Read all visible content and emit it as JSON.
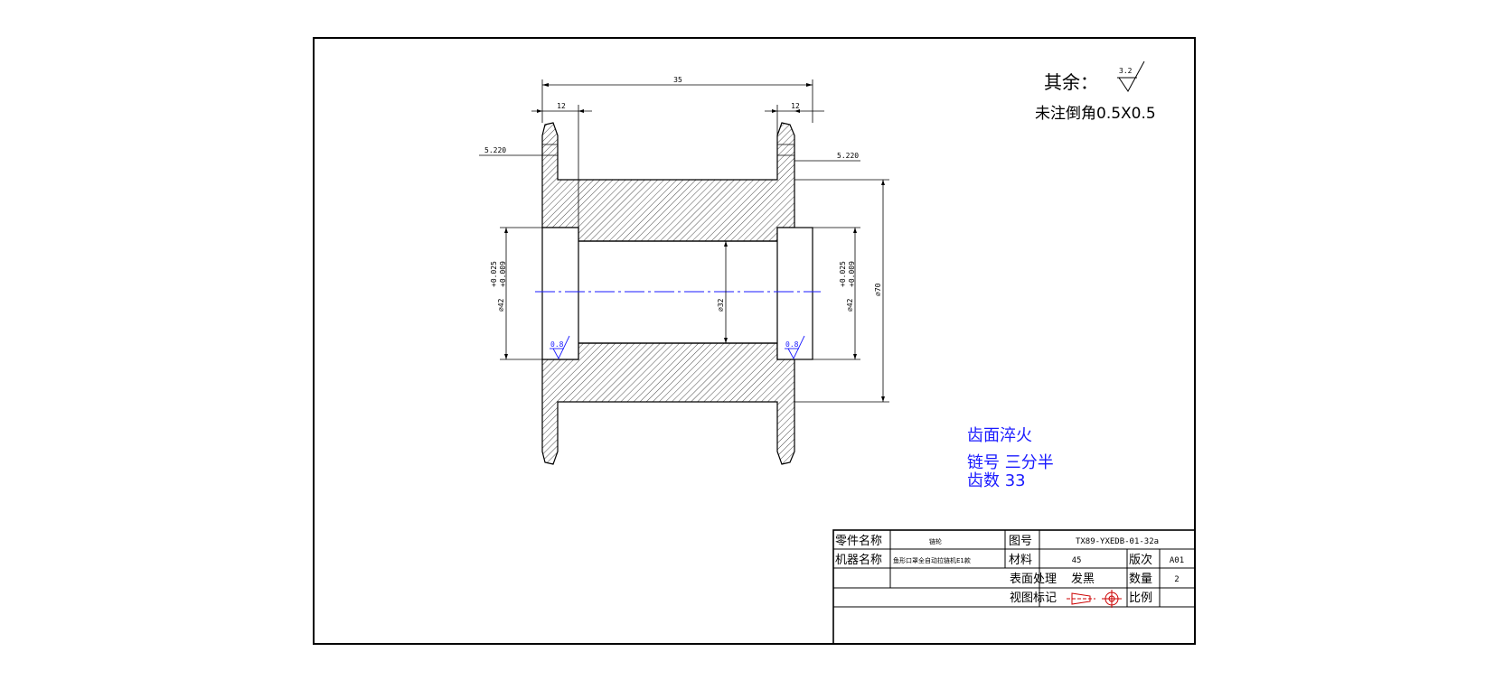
{
  "dimensions": {
    "overall_length": "35",
    "flange_width_left": "12",
    "flange_width_right": "12",
    "groove_left": "5.220",
    "groove_right": "5.220",
    "bore_left": "⌀42",
    "bore_right": "⌀42",
    "tol_upper": "+0.025",
    "tol_lower": "+0.009",
    "inner_diameter": "⌀32",
    "outer_diameter": "⌀70",
    "roughness_bore_left": "0.8",
    "roughness_bore_right": "0.8"
  },
  "notes": {
    "surface_other_label": "其余：",
    "surface_other_value": "3.2",
    "chamfer": "未注倒角0.5X0.5",
    "tech_1": "齿面淬火",
    "tech_2": "链号 三分半",
    "tech_3": "齿数 33"
  },
  "title_block": {
    "part_name_label": "零件名称",
    "part_name": "链轮",
    "drawing_no_label": "图号",
    "drawing_no": "TX89-YXEDB-01-32a",
    "machine_label": "机器名称",
    "machine_name": "鱼形口罩全自动拉链机E1款",
    "material_label": "材料",
    "material": "45",
    "version_label": "版次",
    "version": "A01",
    "surface_label": "表面处理",
    "surface": "发黑",
    "qty_label": "数量",
    "qty": "2",
    "view_label": "视图标记",
    "scale_label": "比例",
    "scale": ""
  },
  "colors": {
    "line": "#000000",
    "centerline": "#1a1aff",
    "annotation": "#1a1aff"
  }
}
